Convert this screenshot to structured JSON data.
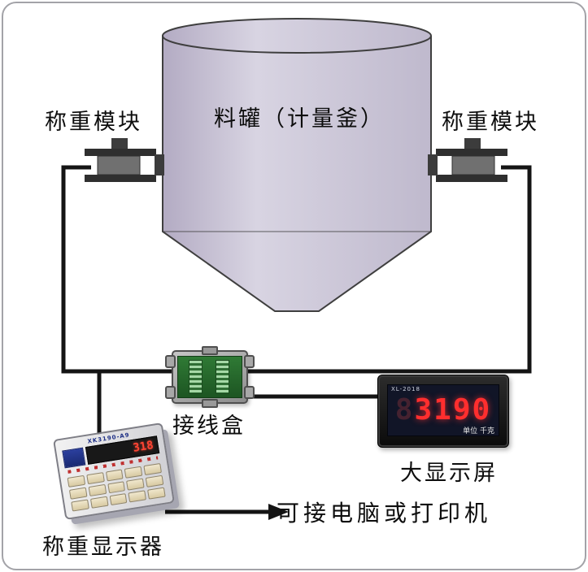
{
  "labels": {
    "tank": "料罐（计量釜）",
    "module_left": "称重模块",
    "module_right": "称重模块",
    "junction_box": "接线盒",
    "big_display": "大显示屏",
    "indicator": "称重显示器",
    "output_note": "可接电脑或打印机"
  },
  "big_display": {
    "model": "XL-2018",
    "ghost": "8",
    "reading": "3190",
    "unit": "单位 千克"
  },
  "indicator": {
    "model": "XK3190-A9",
    "reading": "318"
  },
  "colors": {
    "tank_fill_light": "#d8d4e2",
    "tank_fill_dark": "#b3abc3",
    "outline": "#3f3f3f",
    "wire": "#141414",
    "digit_red": "#ff2e2e",
    "pcb_green": "#2e7d32",
    "key_tan": "#e6d9b8"
  }
}
